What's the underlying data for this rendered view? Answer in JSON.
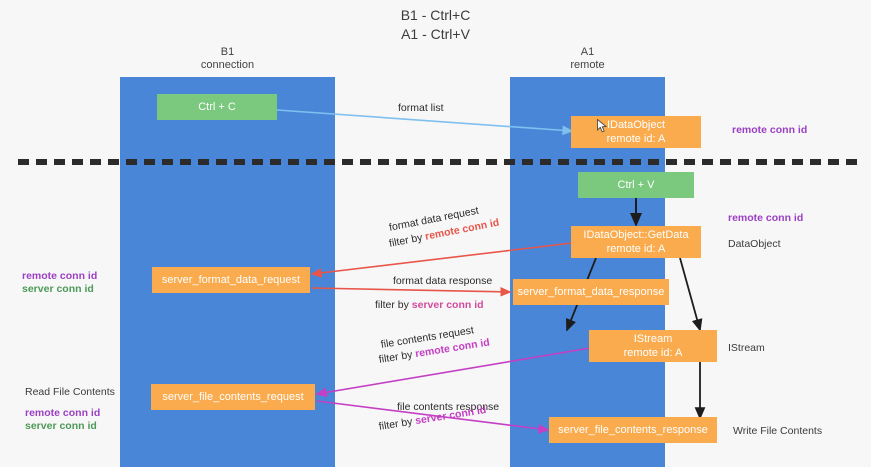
{
  "title": "B1 - Ctrl+C\nA1 - Ctrl+V",
  "lanes": [
    {
      "id": "b1",
      "heading": "B1\nconnection"
    },
    {
      "id": "a1",
      "heading": "A1\nremote"
    }
  ],
  "nodes": [
    {
      "id": "ctrl-c",
      "label": "Ctrl + C"
    },
    {
      "id": "idataobject",
      "label": "IDataObject\nremote id: A"
    },
    {
      "id": "ctrl-v",
      "label": "Ctrl + V"
    },
    {
      "id": "idataobject-getdata",
      "label": "IDataObject::GetData\nremote id: A"
    },
    {
      "id": "server-format-data-request",
      "label": "server_format_data_request"
    },
    {
      "id": "server-format-data-response",
      "label": "server_format_data_response"
    },
    {
      "id": "istream",
      "label": "IStream\nremote id: A"
    },
    {
      "id": "server-file-contents-request",
      "label": "server_file_contents_request"
    },
    {
      "id": "server-file-contents-response",
      "label": "server_file_contents_response"
    }
  ],
  "right_labels": {
    "remote_conn_id_top": "remote conn id",
    "remote_conn_id_mid": "remote conn id",
    "dataobject": "DataObject",
    "istream": "IStream",
    "write_file_contents": "Write File Contents"
  },
  "left_labels": {
    "remote_conn_id_mid": "remote conn id",
    "server_conn_id_mid": "server conn id",
    "read_file_contents": "Read File Contents",
    "remote_conn_id_bottom": "remote conn id",
    "server_conn_id_bottom": "server conn id"
  },
  "edges": {
    "format_list": "format list",
    "format_data_request": "format data request",
    "format_data_request_filter_prefix": "filter by ",
    "format_data_request_filter_value": "remote conn id",
    "format_data_response": "format data response",
    "format_data_response_filter_prefix": "filter by ",
    "format_data_response_filter_value": "server conn id",
    "file_contents_request": "file contents request",
    "file_contents_request_filter_prefix": "filter by ",
    "file_contents_request_filter_value": "remote conn id",
    "file_contents_response": "file contents response",
    "file_contents_response_filter_prefix": "filter by ",
    "file_contents_response_filter_value": "server conn id"
  },
  "colors": {
    "lane": "#4a86d8",
    "node_orange": "#f9ab4e",
    "node_green": "#7bc97f",
    "accent_purple": "#9b3fc4",
    "accent_green": "#4c9a58",
    "arrow_red": "#e8564a",
    "arrow_magenta": "#c43fc4",
    "arrow_blue": "#7fc0ee",
    "divider": "#2b2b2b"
  }
}
